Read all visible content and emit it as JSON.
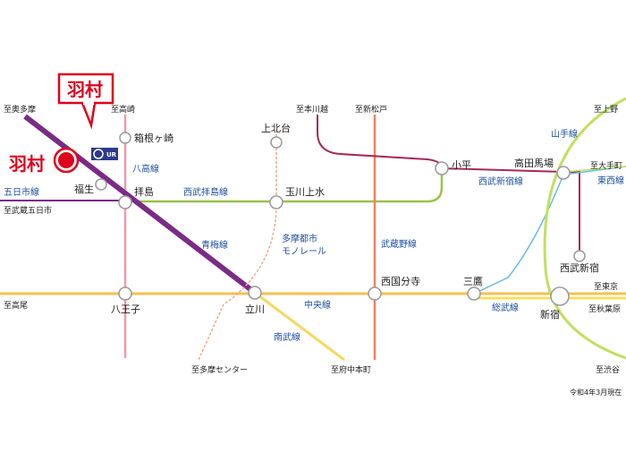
{
  "highlight": {
    "station": "羽村",
    "callout": "羽村",
    "logo_text": "UR",
    "color": "#e0001c"
  },
  "lines": {
    "ome": {
      "name": "青梅線",
      "color": "#7a2b86"
    },
    "hachiko": {
      "name": "八高線",
      "color": "#ee9aa8"
    },
    "seibu_haijima": {
      "name": "西武拝島線",
      "color": "#9bc24a"
    },
    "itsukaichi": {
      "name": "五日市線",
      "color": "#7a2b86"
    },
    "tama_monorail": {
      "name": "多摩都市モノレール",
      "line1": "多摩都市",
      "line2": "モノレール",
      "color": "#f4a98b"
    },
    "musashino": {
      "name": "武蔵野線",
      "color": "#f08060"
    },
    "chuo": {
      "name": "中央線",
      "color": "#f5c050"
    },
    "nambu": {
      "name": "南武線",
      "color": "#f5e060"
    },
    "seibu_shinjuku": {
      "name": "西武新宿線",
      "color": "#a52a5a"
    },
    "sobu": {
      "name": "総武線",
      "color": "#f5e060"
    },
    "yamanote": {
      "name": "山手線",
      "color": "#c0e060"
    },
    "tozai": {
      "name": "東西線",
      "color": "#6ab7e8"
    }
  },
  "stations": {
    "fussa": "福生",
    "haijima": "拝島",
    "hakonegasaki": "箱根ヶ崎",
    "hachioji": "八王子",
    "tachikawa": "立川",
    "kamikitadai": "上北台",
    "tamagawajosui": "玉川上水",
    "kodaira": "小平",
    "kokubunji": "西国分寺",
    "mitaka": "三鷹",
    "takadanobaba": "高田馬場",
    "seibushinjuku": "西武新宿",
    "shinjuku": "新宿"
  },
  "destinations": {
    "okutama": "至奥多摩",
    "takasaki": "至高崎",
    "honkawagoe": "至本川越",
    "shinmatsudo": "至新松戸",
    "ueno": "至上野",
    "otemachi": "至大手町",
    "musashiitsukaichi": "至武蔵五日市",
    "takao": "至高尾",
    "tamacenter": "至多摩センター",
    "fuchuhonmachi": "至府中本町",
    "tokyo": "至東京",
    "akihabara": "至秋葉原",
    "shibuya": "至渋谷"
  },
  "footnote": "令和4年3月現在"
}
